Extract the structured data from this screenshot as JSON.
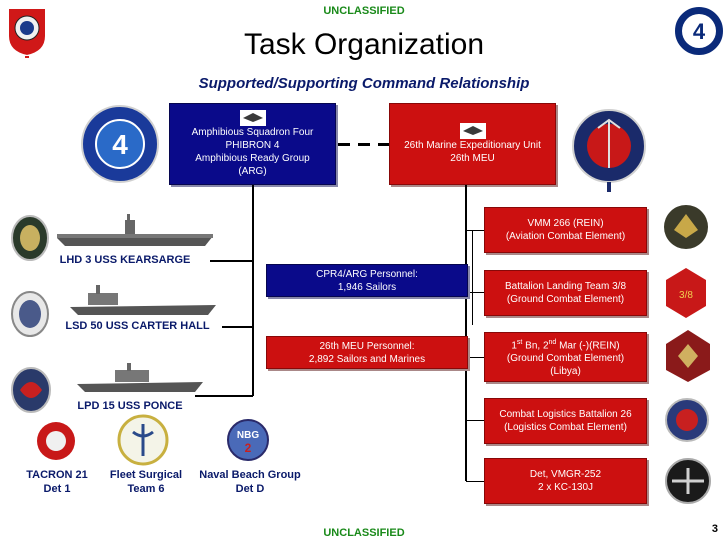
{
  "classification": "UNCLASSIFIED",
  "title": "Task Organization",
  "subtitle": "Supported/Supporting Command Relationship",
  "phibron_box": {
    "line1": "Amphibious Squadron Four",
    "line2": "PHIBRON 4",
    "line3": "Amphibious Ready Group",
    "line4": "(ARG)"
  },
  "meu_box": {
    "line1": "26th Marine Expeditionary Unit",
    "line2": "26th MEU"
  },
  "cpr_box": {
    "line1": "CPR4/ARG Personnel:",
    "line2": "1,946 Sailors"
  },
  "meu_personnel_box": {
    "line1": "26th MEU Personnel:",
    "line2": "2,892 Sailors and Marines"
  },
  "ships": [
    {
      "label": "LHD 3 USS KEARSARGE"
    },
    {
      "label": "LSD 50 USS CARTER HALL"
    },
    {
      "label": "LPD 15 USS PONCE"
    }
  ],
  "support_units": [
    {
      "line1": "TACRON 21",
      "line2": "Det 1"
    },
    {
      "line1": "Fleet Surgical",
      "line2": "Team 6"
    },
    {
      "line1": "Naval Beach Group",
      "line2": "Det D"
    }
  ],
  "elements": [
    {
      "line1": "VMM 266 (REIN)",
      "line2": "(Aviation Combat Element)"
    },
    {
      "line1": "Battalion Landing Team 3/8",
      "line2": "(Ground Combat Element)"
    },
    {
      "line1_a": "1",
      "sup1": "st",
      "line1_b": " Bn, 2",
      "sup2": "nd",
      "line1_c": " Mar (-)(REIN)",
      "line2": "(Ground Combat Element)",
      "line3": "(Libya)"
    },
    {
      "line1": "Combat Logistics Battalion 26",
      "line2": "(Logistics Combat Element)"
    },
    {
      "line1": "Det, VMGR-252",
      "line2": "2 x KC-130J"
    }
  ],
  "badges": {
    "nbg": "NBG"
  },
  "page_number": "3",
  "colors": {
    "navy": "#0a0a8a",
    "red": "#cc1010",
    "classification_green": "#1a8a1a",
    "label_blue": "#0a1a6a"
  }
}
